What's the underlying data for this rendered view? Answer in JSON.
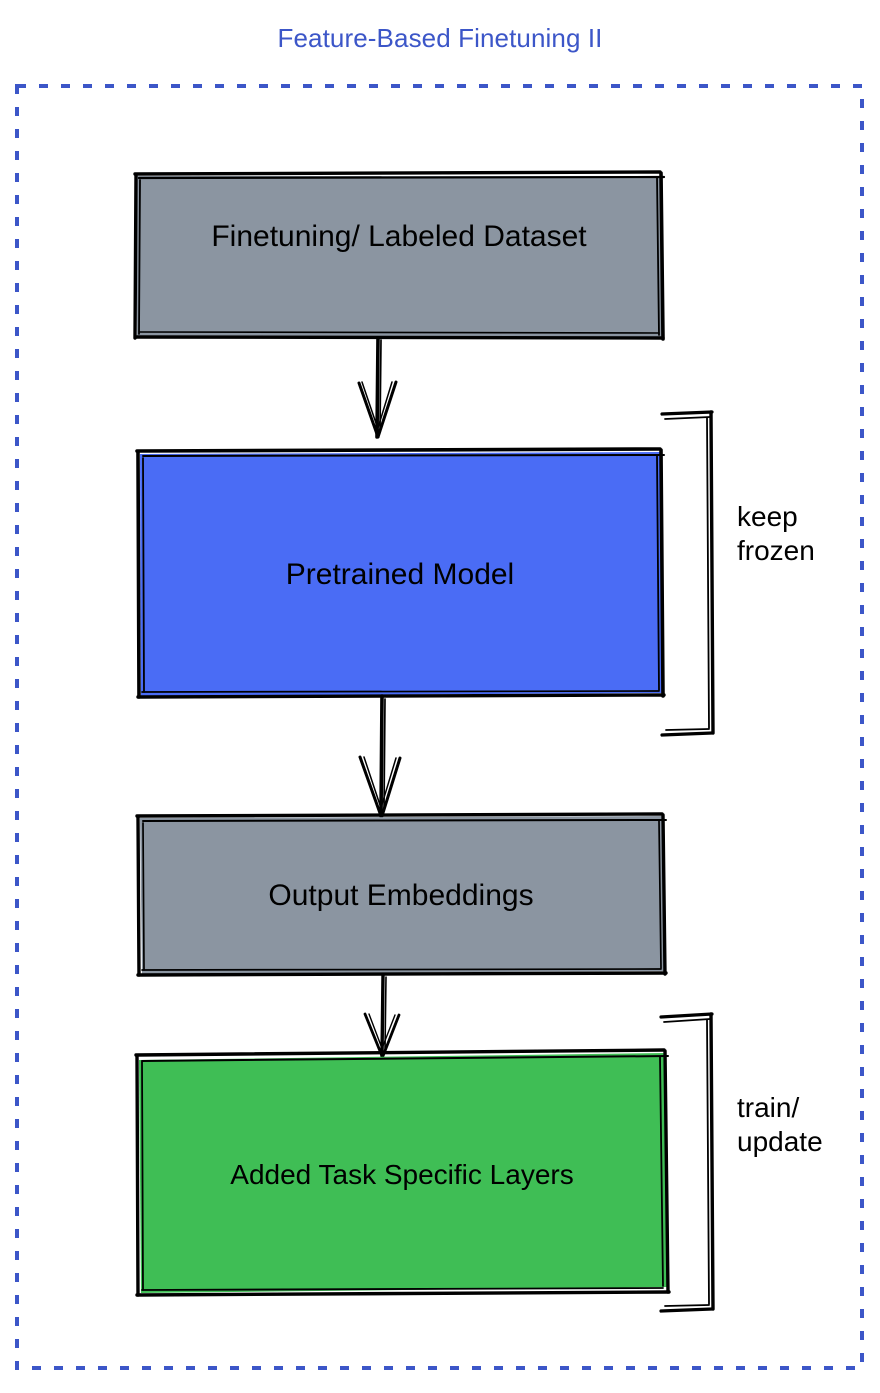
{
  "diagram": {
    "title": "Feature-Based Finetuning II",
    "title_color": "#3c56c8",
    "frame": {
      "style": "dashed",
      "color": "#3c56c8",
      "name": "dashed-boundary"
    },
    "nodes": [
      {
        "id": "finetuning-dataset",
        "label": "Finetuning/ Labeled Dataset",
        "fill": "#8b95a1",
        "stroke": "#000000",
        "shape": "rectangle"
      },
      {
        "id": "pretrained-model",
        "label": "Pretrained Model",
        "fill": "#4a6cf5",
        "stroke": "#000000",
        "shape": "rectangle"
      },
      {
        "id": "output-embeddings",
        "label": "Output Embeddings",
        "fill": "#8b95a1",
        "stroke": "#000000",
        "shape": "rectangle"
      },
      {
        "id": "task-specific-layers",
        "label": "Added Task Specific Layers",
        "fill": "#3fbe55",
        "stroke": "#000000",
        "shape": "rectangle"
      }
    ],
    "annotations": [
      {
        "id": "keep-frozen",
        "label": "keep\nfrozen",
        "target": "pretrained-model",
        "marker": "bracket"
      },
      {
        "id": "train-update",
        "label": "train/\nupdate",
        "target": "task-specific-layers",
        "marker": "bracket"
      }
    ],
    "edges": [
      {
        "id": "edge-dataset-to-model",
        "from": "finetuning-dataset",
        "to": "pretrained-model",
        "arrow": "down"
      },
      {
        "id": "edge-model-to-embeddings",
        "from": "pretrained-model",
        "to": "output-embeddings",
        "arrow": "down"
      },
      {
        "id": "edge-embeddings-to-layers",
        "from": "output-embeddings",
        "to": "task-specific-layers",
        "arrow": "down"
      }
    ]
  }
}
